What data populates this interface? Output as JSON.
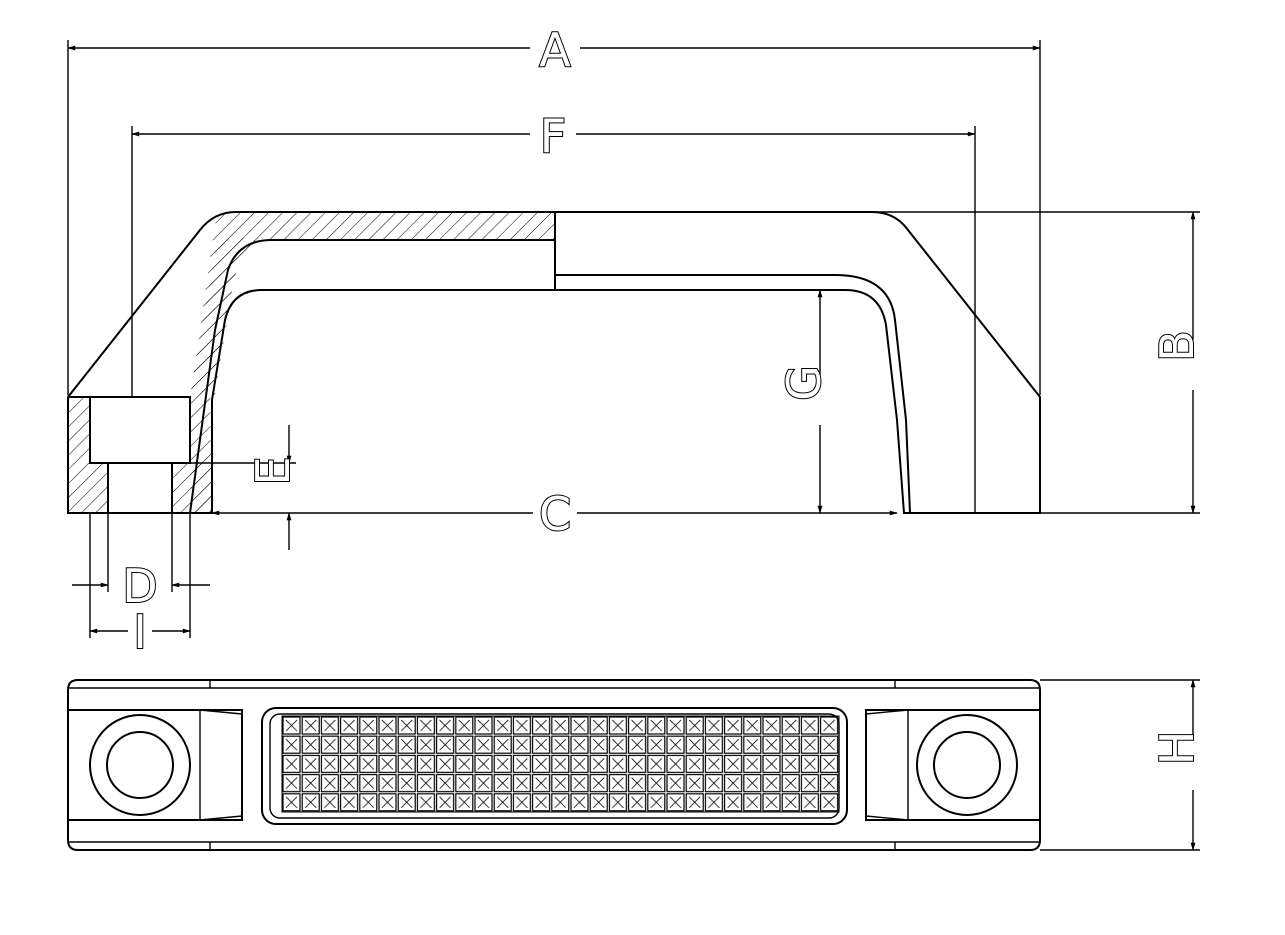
{
  "labels": {
    "A": "A",
    "F": "F",
    "B": "B",
    "G": "G",
    "C": "C",
    "E": "E",
    "D": "D",
    "I": "I",
    "H": "H"
  },
  "colors": {
    "line": "#000000",
    "background": "#ffffff"
  }
}
